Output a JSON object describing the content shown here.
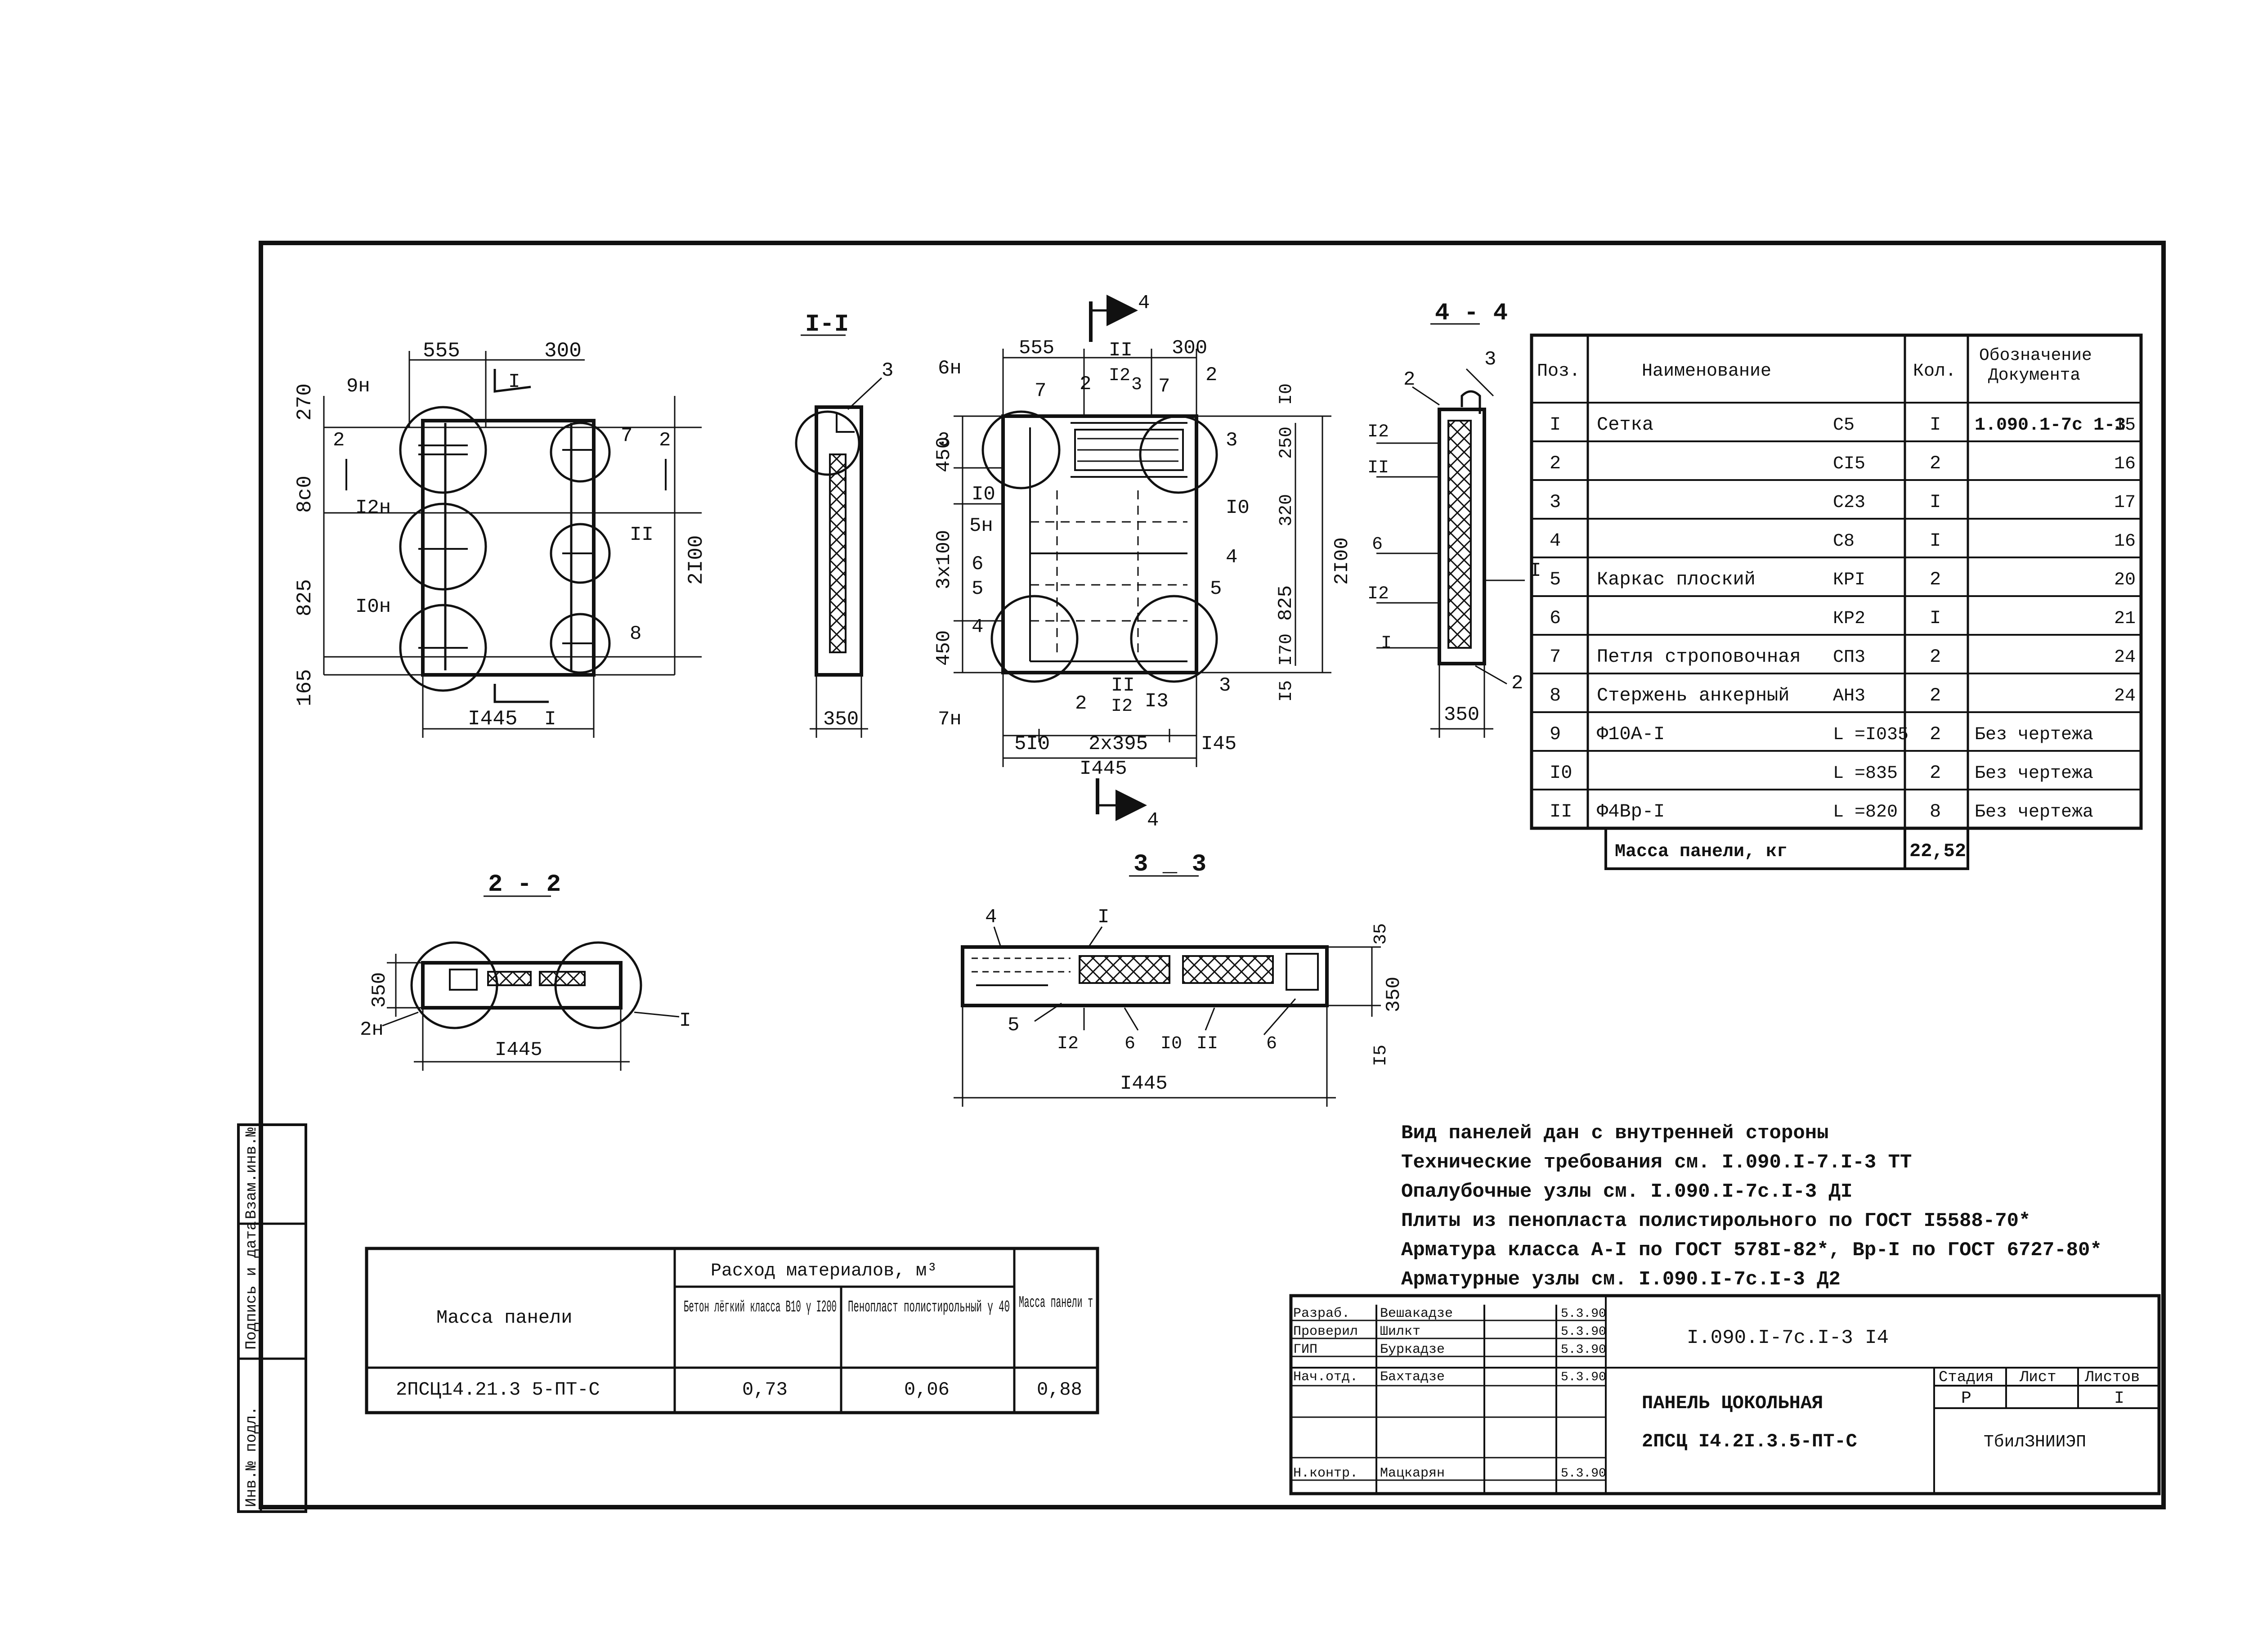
{
  "section_labels": {
    "s11": "I-I",
    "s22": "2 - 2",
    "s33": "3 _ 3",
    "s44": "4 - 4"
  },
  "elevation": {
    "dims": {
      "d555": "555",
      "d300": "300",
      "d270": "270",
      "d800": "8c0",
      "d825": "825",
      "d165": "165",
      "d2100": "2I00",
      "d1445": "I445"
    },
    "marks": {
      "m9n": "9н",
      "m12n": "I2н",
      "m10n": "I0н",
      "m2": "2",
      "m7": "7",
      "m2b": "2",
      "m11": "II",
      "m8": "8",
      "cutI": "I",
      "cutI2": "I"
    }
  },
  "section11": {
    "mark3": "3",
    "d350": "350"
  },
  "main_view": {
    "dims": {
      "d555": "555",
      "d300": "300",
      "d450t": "450",
      "d3x100": "3x100",
      "d450b": "450",
      "d510": "5I0",
      "d2x395": "2x395",
      "d145": "I45",
      "d1445": "I445",
      "d2100": "2I00",
      "d825": "825",
      "d10": "I0",
      "d170": "I70",
      "d15": "I5",
      "d250": "250",
      "d320": "320"
    },
    "marks": {
      "m6n": "6н",
      "m7": "7",
      "m2a": "2",
      "m11a": "II",
      "m12a": "I2",
      "m3a": "3",
      "m7b": "7",
      "m2b": "2",
      "m3l": "3",
      "m10l": "I0",
      "m5n": "5н",
      "m6": "6",
      "m5": "5",
      "m4l": "4",
      "m7n": "7н",
      "m3r": "3",
      "m10r": "I0",
      "m4r": "4",
      "m5r": "5",
      "m2c": "2",
      "m11b": "II",
      "m12b": "I2",
      "m13": "I3",
      "m3c": "3",
      "cut4t": "4",
      "cut4b": "4"
    }
  },
  "section44": {
    "m2": "2",
    "m3": "3",
    "m12a": "I2",
    "m11": "II",
    "m6": "6",
    "m12b": "I2",
    "mI": "I",
    "mI2": "I",
    "m2b": "2",
    "d350": "350"
  },
  "section22": {
    "d350": "350",
    "m2n": "2н",
    "mI": "I",
    "d1445": "I445"
  },
  "section33": {
    "m4": "4",
    "mI": "I",
    "m5": "5",
    "m12": "I2",
    "m6a": "6",
    "m10": "I0",
    "m11": "II",
    "m6b": "6",
    "d350": "350",
    "d35": "35",
    "d15": "I5",
    "d1445": "I445"
  },
  "spec_table": {
    "headers": [
      "Поз.",
      "Наименование",
      "Кол.",
      "Обозначение Документа"
    ],
    "rows": [
      {
        "pos": "I",
        "name": "Сетка",
        "mark": "С5",
        "qty": "I",
        "doc": "1.090.1-7с 1-3",
        "sheet": "15"
      },
      {
        "pos": "2",
        "name": "",
        "mark": "СI5",
        "qty": "2",
        "doc": "",
        "sheet": "16"
      },
      {
        "pos": "3",
        "name": "",
        "mark": "С23",
        "qty": "I",
        "doc": "",
        "sheet": "17"
      },
      {
        "pos": "4",
        "name": "",
        "mark": "С8",
        "qty": "I",
        "doc": "",
        "sheet": "16"
      },
      {
        "pos": "5",
        "name": "Каркас плоский",
        "mark": "КРI",
        "qty": "2",
        "doc": "",
        "sheet": "20"
      },
      {
        "pos": "6",
        "name": "",
        "mark": "КР2",
        "qty": "I",
        "doc": "",
        "sheet": "21"
      },
      {
        "pos": "7",
        "name": "Петля строповочная",
        "mark": "СП3",
        "qty": "2",
        "doc": "",
        "sheet": "24"
      },
      {
        "pos": "8",
        "name": "Стержень анкерный",
        "mark": "АН3",
        "qty": "2",
        "doc": "",
        "sheet": "24"
      },
      {
        "pos": "9",
        "name": "Ф10А-I",
        "mark": "L =I035",
        "qty": "2",
        "doc": "Без чертежа",
        "sheet": ""
      },
      {
        "pos": "I0",
        "name": "",
        "mark": "L =835",
        "qty": "2",
        "doc": "Без чертежа",
        "sheet": ""
      },
      {
        "pos": "II",
        "name": "Ф4Вр-I",
        "mark": "L =820",
        "qty": "8",
        "doc": "Без чертежа",
        "sheet": ""
      }
    ],
    "mass_label": "Масса панели, кг",
    "mass_value": "22,52"
  },
  "notes": [
    "Вид панелей дан с внутренней стороны",
    "Технические требования см. I.090.I-7.I-3 ТТ",
    "Опалубочные узлы см. I.090.I-7с.I-3 ДI",
    "Плиты из пенопласта полистирольного по ГОСТ I5588-70*",
    "Арматура класса А-I по ГОСТ 578I-82*, Вр-I по ГОСТ 6727-80*",
    "Арматурные узлы см. I.090.I-7с.I-3 Д2"
  ],
  "materials_table": {
    "col_mass": "Масса панели",
    "col_group": "Расход материалов, м³",
    "col_concrete": "Бетон лёгкий класса В10 γ I200",
    "col_foam": "Пенопласт полистирольный γ 40",
    "col_weight": "Масса панели т",
    "row_mark": "2ПСЦ14.21.3 5-ПТ-С",
    "row_concrete": "0,73",
    "row_foam": "0,06",
    "row_weight": "0,88"
  },
  "title_block": {
    "roles": [
      "Разраб.",
      "Проверил",
      "ГИП",
      "Нач.отд.",
      "",
      "",
      "Н.контр."
    ],
    "names": [
      "Вешакадзе",
      "Шилкт",
      "Буркадзе",
      "Бахтадзе",
      "",
      "",
      "Мацкарян"
    ],
    "dates": [
      "5.3.90",
      "5.3.90",
      "5.3.90",
      "5.3.90",
      "",
      "",
      "5.3.90"
    ],
    "code": "I.090.I-7с.I-3 I4",
    "title1": "ПАНЕЛЬ ЦОКОЛЬНАЯ",
    "title2": "2ПСЦ I4.2I.3.5-ПТ-С",
    "stage_label": "Стадия",
    "sheet_label": "Лист",
    "sheets_label": "Листов",
    "stage_value": "Р",
    "sheets_value": "I",
    "org": "ТбилЗНИИЭП"
  },
  "side_stamp": [
    "Инв.№ подл.",
    "Подпись и дата",
    "Взам.инв.№"
  ]
}
